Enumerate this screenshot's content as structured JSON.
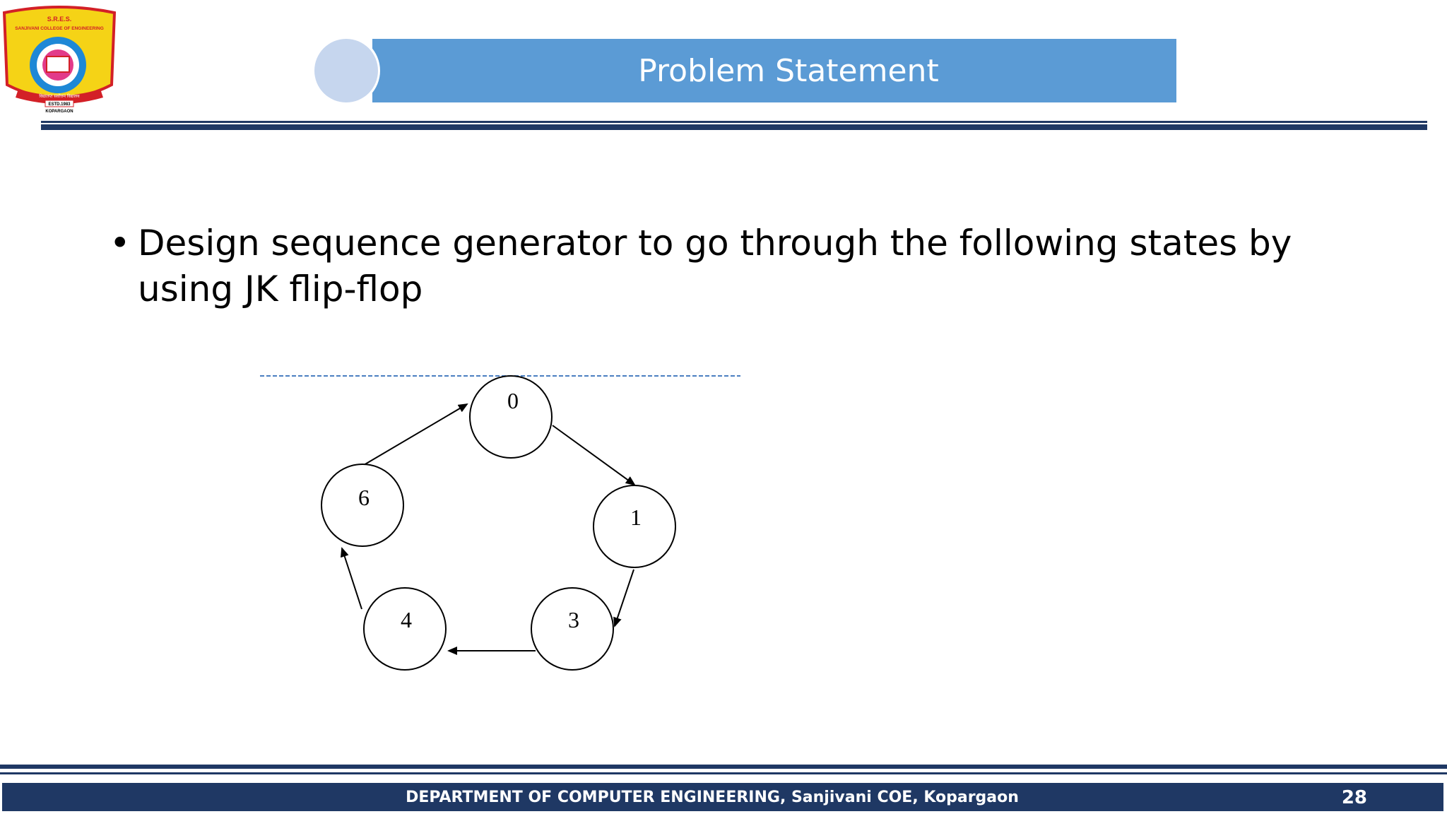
{
  "logo": {
    "top_text": "S.R.E.S.",
    "college_name": "SANJIVANI COLLEGE OF ENGINEERING",
    "motto": "विद्यातप्त सर्वोत्तम विद्यालय",
    "estd": "ESTD.1983",
    "place": "KOPARGAON"
  },
  "slide": {
    "title": "Problem Statement",
    "bullet": "Design sequence generator to go through the following states by using JK flip-flop",
    "bullet_symbol": "•"
  },
  "state_diagram": {
    "states": [
      "0",
      "1",
      "3",
      "4",
      "6"
    ],
    "transitions": [
      {
        "from": "0",
        "to": "1"
      },
      {
        "from": "1",
        "to": "3"
      },
      {
        "from": "3",
        "to": "4"
      },
      {
        "from": "4",
        "to": "6"
      },
      {
        "from": "6",
        "to": "0"
      }
    ],
    "colors": {
      "guide_line": "#4a7fc1",
      "stroke": "#000000"
    }
  },
  "footer": {
    "department": "DEPARTMENT OF COMPUTER ENGINEERING,  Sanjivani COE, Kopargaon",
    "page_number": "28"
  },
  "colors": {
    "title_bar": "#5b9bd5",
    "title_circle": "#c6d6ee",
    "navy": "#1f3864",
    "logo_red": "#d32027",
    "logo_yellow": "#f5d316",
    "logo_blue": "#1e88d6"
  }
}
